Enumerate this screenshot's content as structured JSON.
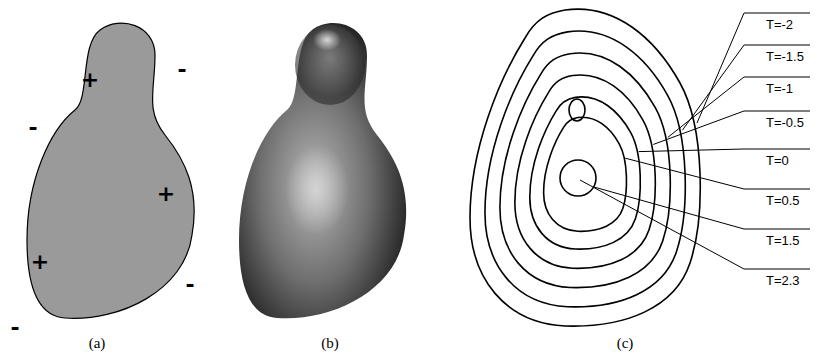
{
  "diagram": {
    "labels": [
      "+",
      "-",
      "-",
      "+",
      "+",
      "-",
      "-",
      "(a)",
      "(b)",
      "T=-2",
      "T=-1.5",
      "T=-1",
      "T=-0.5",
      "T=0",
      "T=0.5",
      "T=1.5",
      "T=2.3",
      "(c)"
    ]
  }
}
